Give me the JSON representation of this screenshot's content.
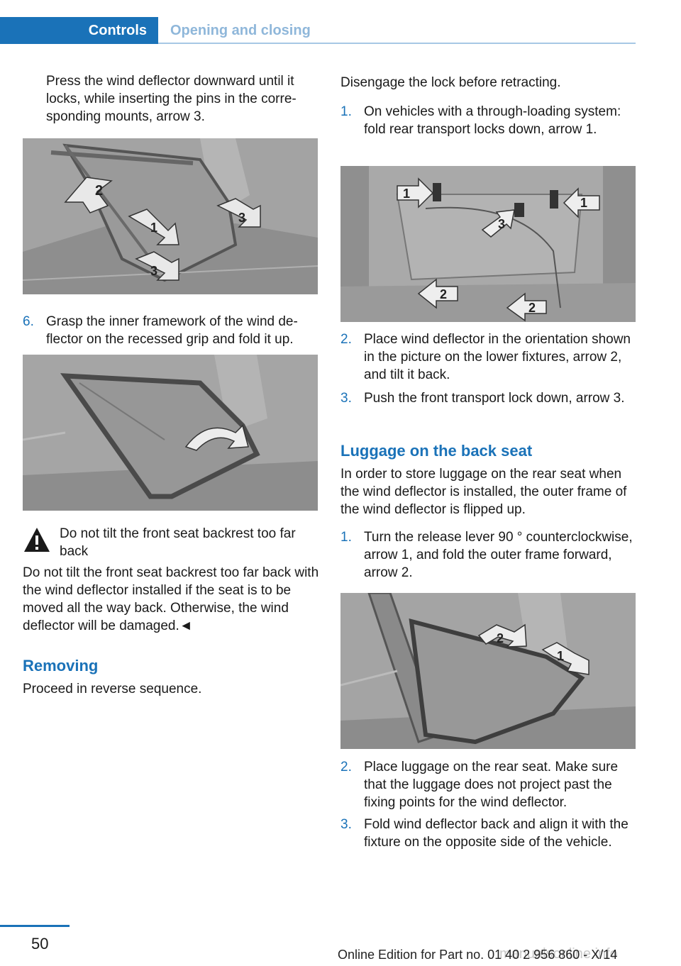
{
  "header": {
    "tab_active": "Controls",
    "tab_inactive": "Opening and closing"
  },
  "left": {
    "intro": "Press the wind deflector downward until it locks, while inserting the pins in the corre­sponding mounts, arrow 3.",
    "step6_num": "6.",
    "step6_text": "Grasp the inner framework of the wind de­flector on the recessed grip and fold it up.",
    "warning_title": "Do not tilt the front seat backrest too far back",
    "warning_body": "Do not tilt the front seat backrest too far back with the wind deflector installed if the seat is to be moved all the way back. Otherwise, the wind deflector will be damaged.◄",
    "heading_removing": "Removing",
    "removing_text": "Proceed in reverse sequence.",
    "fig1_arrows": [
      "2",
      "1",
      "3",
      "3"
    ],
    "warning_icon": "warning-triangle-icon"
  },
  "right": {
    "intro": "Disengage the lock before retracting.",
    "steps_a": [
      {
        "num": "1.",
        "text": "On vehicles with a through-loading sys­tem: fold rear transport locks down, ar­row 1."
      },
      {
        "num": "2.",
        "text": "Place wind deflector in the orientation shown in the picture on the lower fixtures, arrow 2, and tilt it back."
      },
      {
        "num": "3.",
        "text": "Push the front transport lock down, ar­row 3."
      }
    ],
    "heading_luggage": "Luggage on the back seat",
    "luggage_text": "In order to store luggage on the rear seat when the wind deflector is installed, the outer frame of the wind deflector is flipped up.",
    "steps_b": [
      {
        "num": "1.",
        "text": "Turn the release lever 90 ° counterclock­wise, arrow 1, and fold the outer frame for­ward, arrow 2."
      },
      {
        "num": "2.",
        "text": "Place luggage on the rear seat. Make sure that the luggage does not project past the fixing points for the wind deflector."
      },
      {
        "num": "3.",
        "text": "Fold wind deflector back and align it with the fixture on the opposite side of the vehi­cle."
      }
    ],
    "fig3_arrows": [
      "1",
      "1",
      "3",
      "2",
      "2"
    ],
    "fig4_arrows": [
      "2",
      "1"
    ]
  },
  "footer": {
    "page_number": "50",
    "edition": "Online Edition for Part no. 01 40 2 956 860 - X/14",
    "watermark": "manualsonline.info"
  }
}
